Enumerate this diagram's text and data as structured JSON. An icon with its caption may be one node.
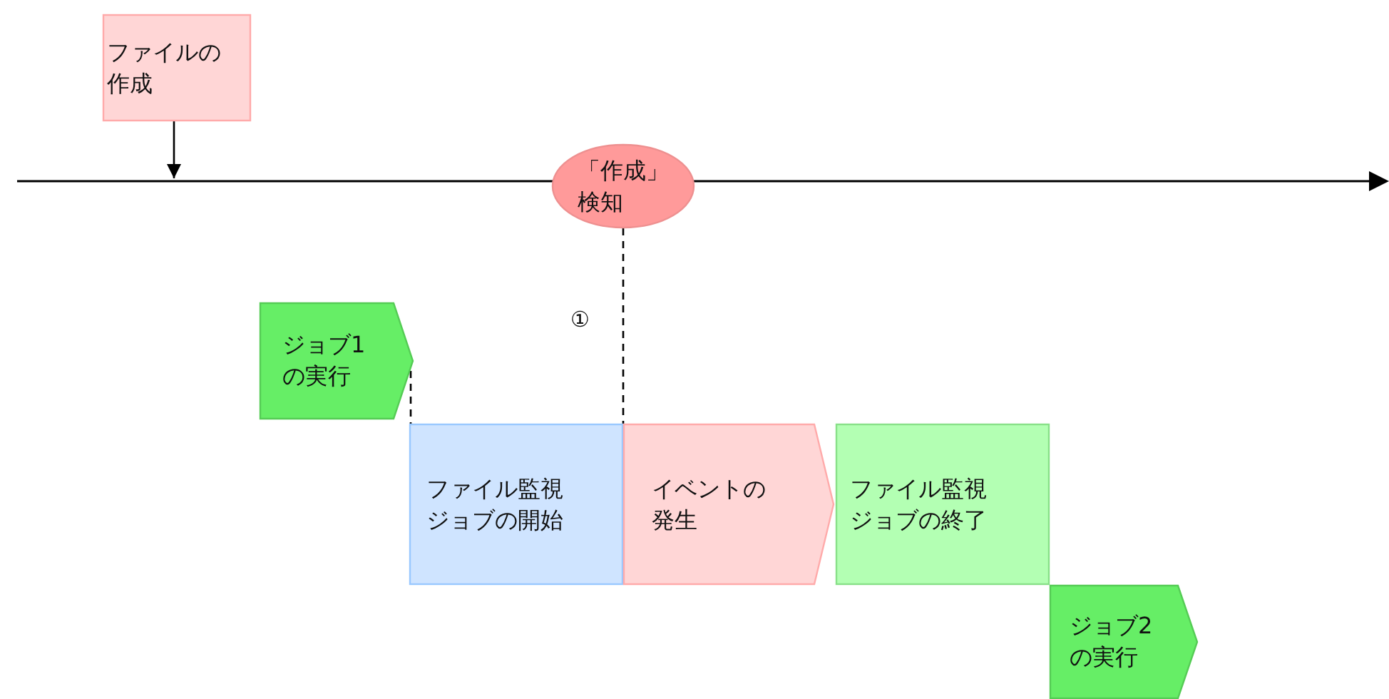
{
  "diagram": {
    "nodes": [
      {
        "text": [
          "ファイルの作成"
        ]
      },
      {
        "text": [
          "「作成」検知"
        ]
      },
      {
        "text": [
          "ジョブ1の実行"
        ]
      },
      {
        "text": [
          "ファイル監視ジョブの開始"
        ]
      },
      {
        "text": [
          "イベントの発生"
        ]
      },
      {
        "text": [
          "ファイル監視ジョブの終了"
        ]
      },
      {
        "text": [
          "ジョブ2の実行"
        ]
      }
    ],
    "edges": [
      {
        "from": 0,
        "to": null,
        "arrow": "to"
      },
      {
        "from": 1,
        "to": 3,
        "arrow": "none",
        "style": "dashed"
      },
      {
        "from": 2,
        "to": 3,
        "arrow": "none",
        "style": "dashed"
      }
    ],
    "labels": [
      "①"
    ]
  }
}
